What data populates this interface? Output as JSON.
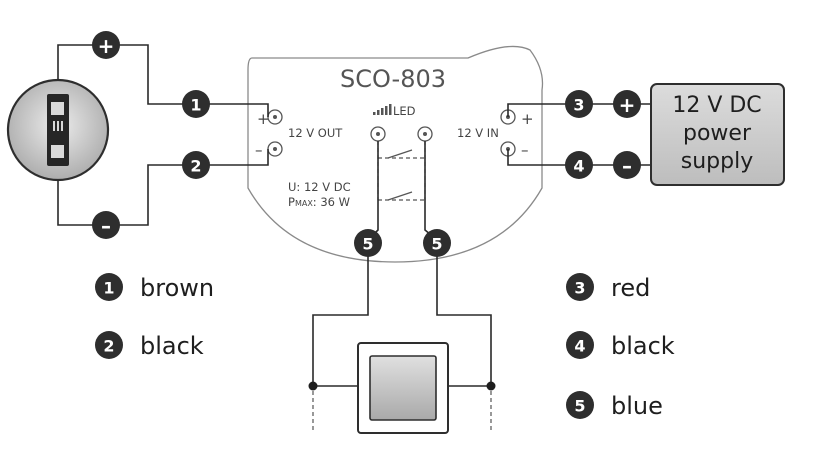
{
  "device": {
    "model": "SCO-803",
    "led_label": "LED",
    "out_label": "12 V OUT",
    "in_label": "12 V IN",
    "spec_voltage": "U: 12 V DC",
    "spec_power_prefix": "P",
    "spec_power_sub": "MAX",
    "spec_power_value": ": 36 W",
    "plus": "+",
    "minus": "–"
  },
  "power_supply": {
    "line1": "12 V DC",
    "line2": "power",
    "line3": "supply"
  },
  "polarity": {
    "plus": "+",
    "minus": "–"
  },
  "wire_numbers": [
    "1",
    "2",
    "3",
    "4",
    "5"
  ],
  "legend": [
    {
      "number": "1",
      "color": "brown"
    },
    {
      "number": "2",
      "color": "black"
    },
    {
      "number": "3",
      "color": "red"
    },
    {
      "number": "4",
      "color": "black"
    },
    {
      "number": "5",
      "color": "blue"
    }
  ],
  "colors": {
    "ink": "#2e2e2e",
    "psu_fill": "#d0d0d0",
    "led_circle_fill": "#c8c8c8",
    "device_outline": "#8a8a8a"
  }
}
